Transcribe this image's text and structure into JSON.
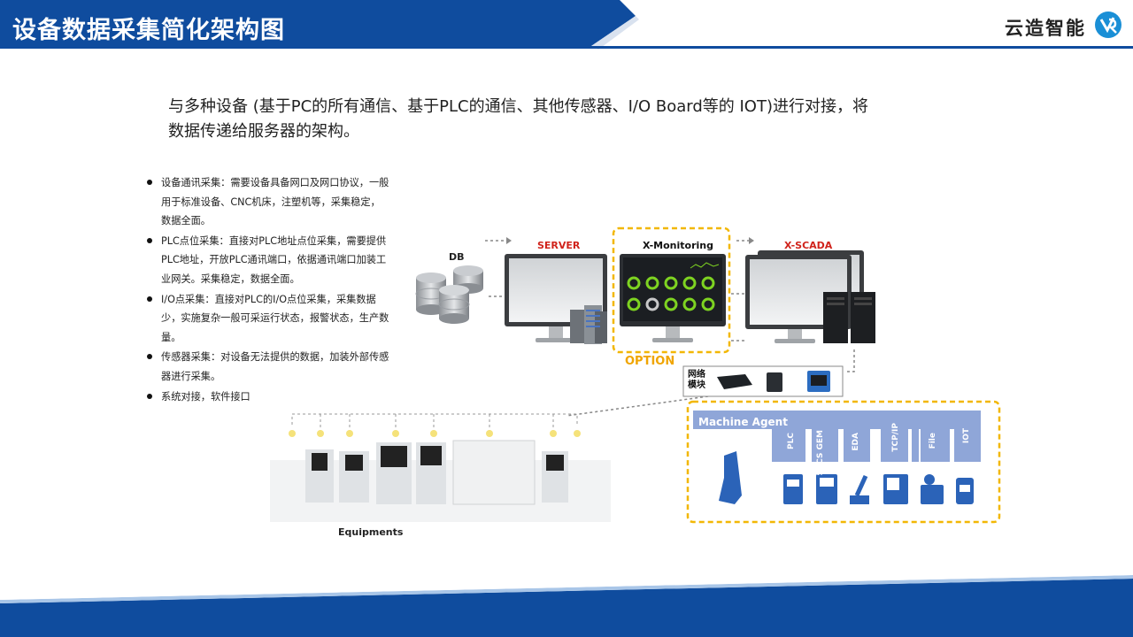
{
  "header": {
    "title": "设备数据采集简化架构图",
    "brand": "云造智能",
    "colors": {
      "primary": "#0f4c9e",
      "accent": "#f2b705",
      "server_red": "#d0231b",
      "agent_blue": "#8fa6d8"
    }
  },
  "intro": {
    "line1": "与多种设备 (基于PC的所有通信、基于PLC的通信、其他传感器、I/O  Board等的 IOT)进行对接，将",
    "line2": "数据传递给服务器的架构。"
  },
  "bullets": [
    "设备通讯采集：需要设备具备网口及网口协议，一般用于标准设备、CNC机床，注塑机等，采集稳定，数据全面。",
    "PLC点位采集：直接对PLC地址点位采集，需要提供PLC地址，开放PLC通讯端口，依据通讯端口加装工业网关。采集稳定，数据全面。",
    "I/O点采集：直接对PLC的I/O点位采集，采集数据少，实施复杂一般可采运行状态，报警状态，生产数量。",
    "传感器采集：对设备无法提供的数据，加装外部传感器进行采集。",
    "系统对接，软件接口"
  ],
  "diagram": {
    "db": "DB",
    "server": "SERVER",
    "xmonitoring": "X-Monitoring",
    "xscada": "X-SCADA",
    "option": "OPTION",
    "network_module": "网络模块",
    "machine_agent": "Machine Agent",
    "protocols": [
      "PLC",
      "SECS GEM",
      "EDA",
      "TCP/IP",
      "File",
      "IOT"
    ],
    "equipments": "Equipments"
  },
  "icons": [
    "database-icon",
    "monitor-icon",
    "server-rack-icon",
    "gateway-icon",
    "robot-arm-icon",
    "logo-icon"
  ]
}
